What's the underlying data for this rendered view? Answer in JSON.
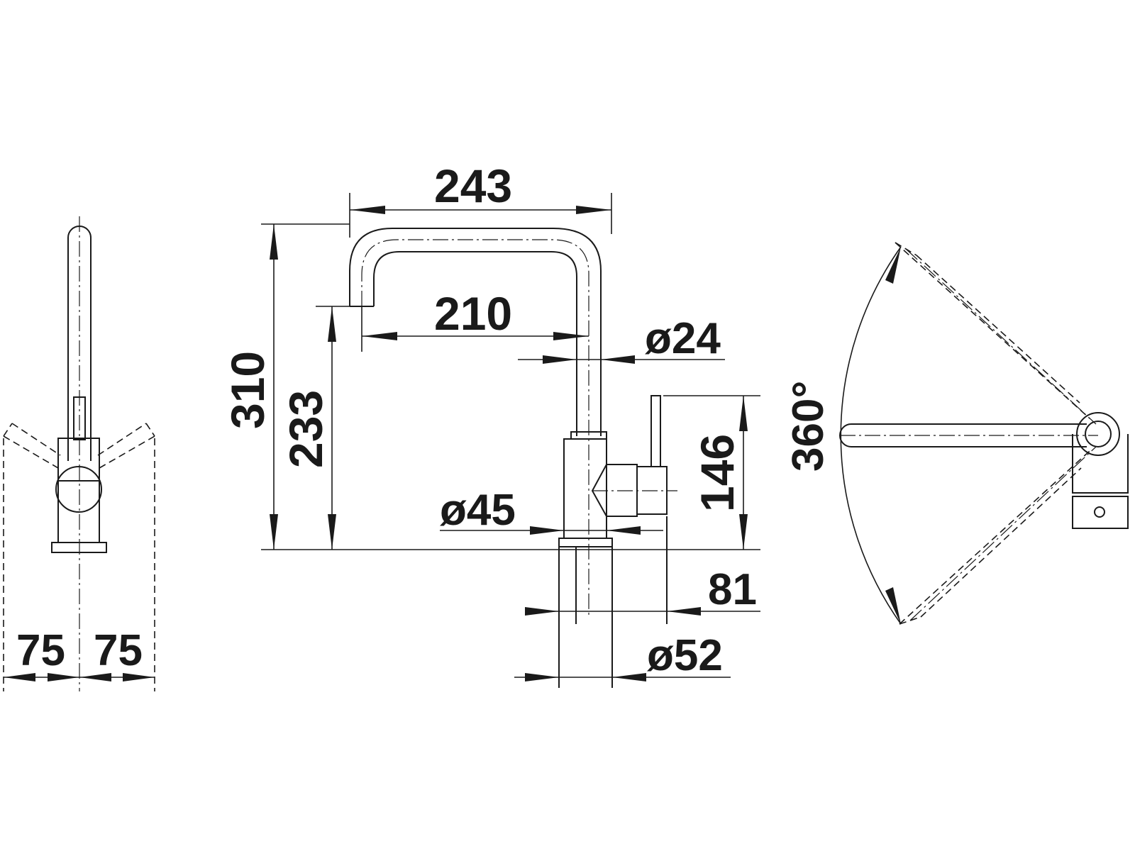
{
  "dimensions": {
    "spout_width": "243",
    "spout_reach": "210",
    "total_height": "310",
    "spout_height": "233",
    "spout_diameter": "ø24",
    "lever_height": "146",
    "body_diameter": "ø45",
    "base_width": "81",
    "shank_diameter": "ø52",
    "lever_left": "75",
    "lever_right": "75",
    "swivel_angle": "360°"
  },
  "colors": {
    "line": "#1a1a1a",
    "background": "#ffffff"
  }
}
